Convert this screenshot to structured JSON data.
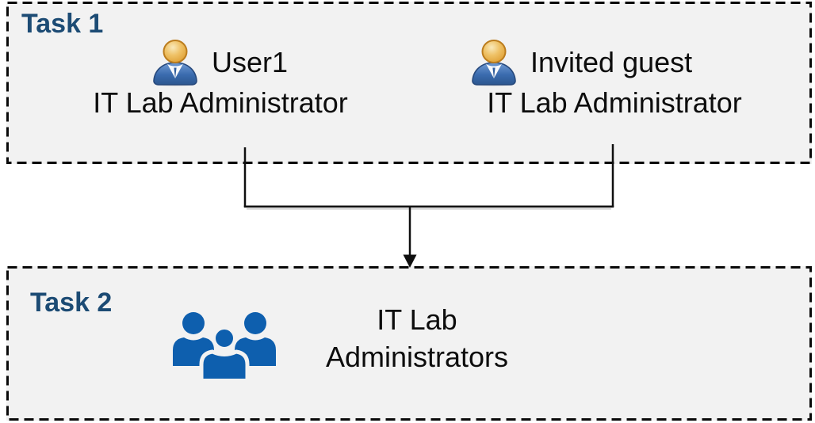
{
  "diagram": {
    "task1": {
      "label": "Task 1",
      "actors": [
        {
          "name": "User1",
          "role": "IT Lab Administrator",
          "icon": "person-icon"
        },
        {
          "name": "Invited guest",
          "role": "IT Lab Administrator",
          "icon": "person-icon"
        }
      ]
    },
    "task2": {
      "label": "Task 2",
      "group": {
        "name": "IT Lab Administrators",
        "icon": "people-group-icon"
      }
    },
    "colors": {
      "task_label": "#1c4b74",
      "box_fill": "#f2f2f2",
      "box_border": "#0a0a0a",
      "text": "#0d0d0d",
      "connector": "#0f0f0f",
      "group_icon_blue": "#0e5fae",
      "person_head_gold": "#e8ab3c",
      "person_body_blue": "#3a6bae"
    }
  }
}
